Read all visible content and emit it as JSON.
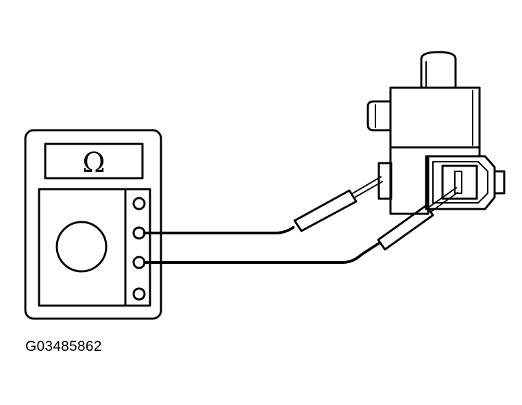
{
  "multimeter": {
    "display_symbol": "Ω",
    "dial": "circular-dial",
    "jacks": [
      "jack-1",
      "jack-2",
      "jack-3",
      "jack-4"
    ],
    "leads_connected_to_jacks": [
      2,
      3
    ]
  },
  "component": {
    "type": "solenoid-valve",
    "connector": "electrical-connector"
  },
  "figure_id": "G03485862"
}
